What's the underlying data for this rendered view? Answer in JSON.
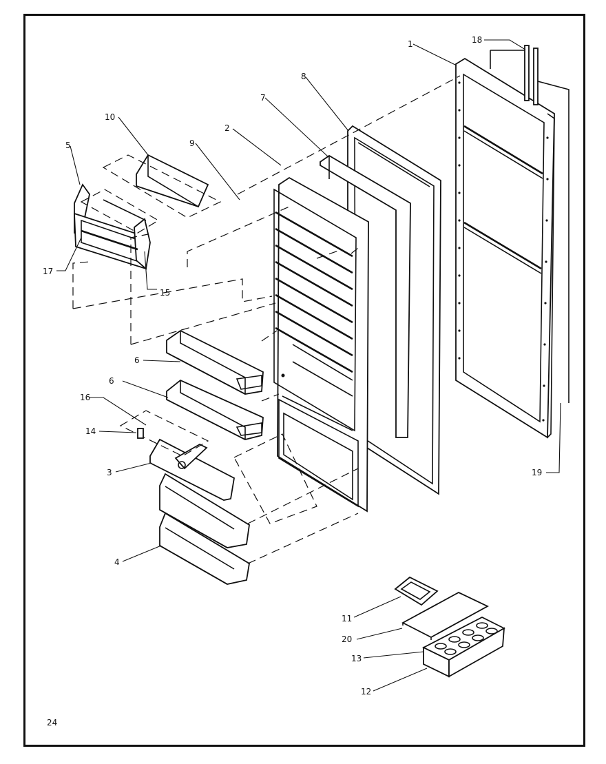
{
  "page_number": "24",
  "callouts": [
    {
      "id": "c1",
      "text": "1"
    },
    {
      "id": "c2",
      "text": "2"
    },
    {
      "id": "c3",
      "text": "3"
    },
    {
      "id": "c4",
      "text": "4"
    },
    {
      "id": "c5",
      "text": "5"
    },
    {
      "id": "c6a",
      "text": "6"
    },
    {
      "id": "c6b",
      "text": "6"
    },
    {
      "id": "c7",
      "text": "7"
    },
    {
      "id": "c8",
      "text": "8"
    },
    {
      "id": "c9",
      "text": "9"
    },
    {
      "id": "c10",
      "text": "10"
    },
    {
      "id": "c11",
      "text": "11"
    },
    {
      "id": "c12",
      "text": "12"
    },
    {
      "id": "c13",
      "text": "13"
    },
    {
      "id": "c14",
      "text": "14"
    },
    {
      "id": "c15",
      "text": "15"
    },
    {
      "id": "c16",
      "text": "16"
    },
    {
      "id": "c17",
      "text": "17"
    },
    {
      "id": "c18",
      "text": "18"
    },
    {
      "id": "c19",
      "text": "19"
    },
    {
      "id": "c20",
      "text": "20"
    }
  ]
}
